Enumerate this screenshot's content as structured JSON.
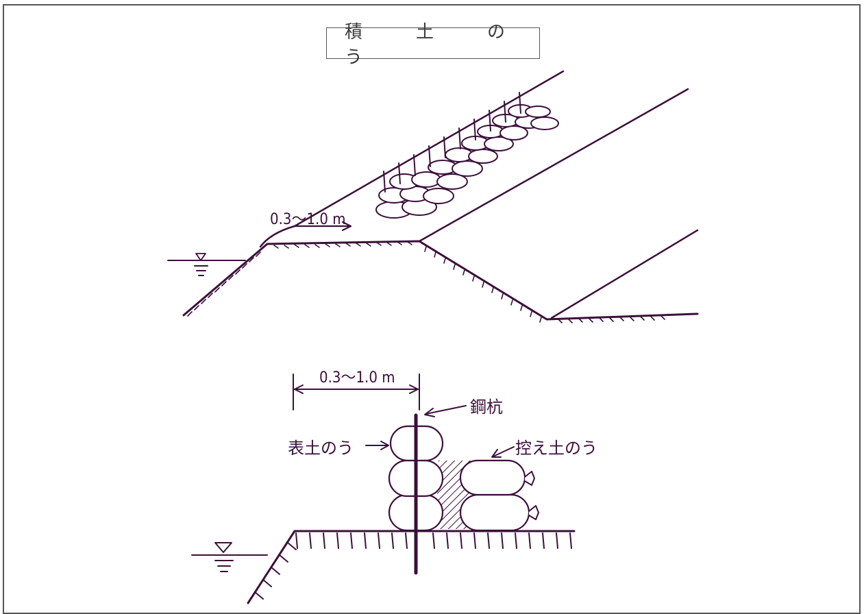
{
  "title": "積　土　の　う",
  "top_view": {
    "width_label": "0.3〜1.0 m"
  },
  "section_view": {
    "width_label": "0.3〜1.0 m",
    "label_steel_pile": "鋼杭",
    "label_face_bags": "表土のう",
    "label_back_bags": "控え土のう"
  },
  "colors": {
    "ink": "#3a0f3a",
    "frame": "#555555"
  }
}
